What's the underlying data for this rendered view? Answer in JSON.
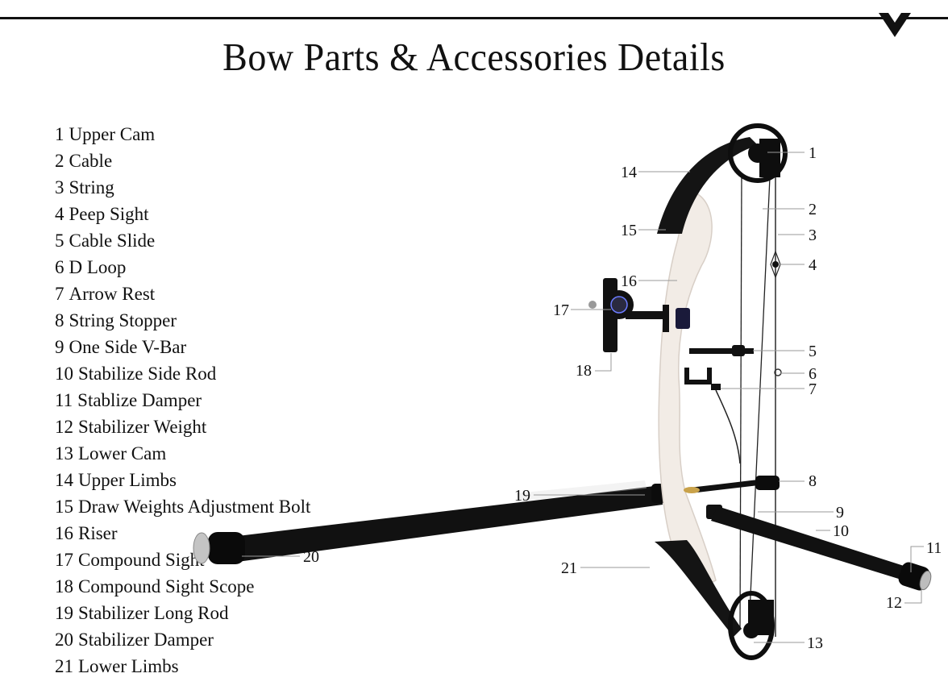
{
  "header": {
    "title": "Bow Parts & Accessories Details",
    "decoration_icon": "chevron-down-icon"
  },
  "parts": [
    {
      "num": "1",
      "name": "Upper Cam"
    },
    {
      "num": "2",
      "name": "Cable"
    },
    {
      "num": "3",
      "name": "String"
    },
    {
      "num": "4",
      "name": "Peep Sight"
    },
    {
      "num": "5",
      "name": "Cable Slide"
    },
    {
      "num": "6",
      "name": "D Loop"
    },
    {
      "num": "7",
      "name": "Arrow Rest"
    },
    {
      "num": "8",
      "name": "String Stopper"
    },
    {
      "num": "9",
      "name": "One Side V-Bar"
    },
    {
      "num": "10",
      "name": "Stabilize Side Rod"
    },
    {
      "num": "11",
      "name": "Stablize Damper"
    },
    {
      "num": "12",
      "name": "Stabilizer Weight"
    },
    {
      "num": "13",
      "name": "Lower Cam"
    },
    {
      "num": "14",
      "name": "Upper Limbs"
    },
    {
      "num": "15",
      "name": "Draw Weights Adjustment Bolt"
    },
    {
      "num": "16",
      "name": "Riser"
    },
    {
      "num": "17",
      "name": "Compound Sight"
    },
    {
      "num": "18",
      "name": "Compound Sight Scope"
    },
    {
      "num": "19",
      "name": "Stabilizer Long Rod"
    },
    {
      "num": "20",
      "name": "Stabilizer Damper"
    },
    {
      "num": "21",
      "name": "Lower Limbs"
    }
  ],
  "callouts": [
    "1",
    "2",
    "3",
    "4",
    "5",
    "6",
    "7",
    "8",
    "9",
    "10",
    "11",
    "12",
    "13",
    "14",
    "15",
    "16",
    "17",
    "18",
    "19",
    "20",
    "21"
  ],
  "colors": {
    "text": "#111111",
    "limb": "#141414",
    "riser": "#f2ece6",
    "leader": "#9a9a9a",
    "damper_cap": "#b9b9b9"
  }
}
